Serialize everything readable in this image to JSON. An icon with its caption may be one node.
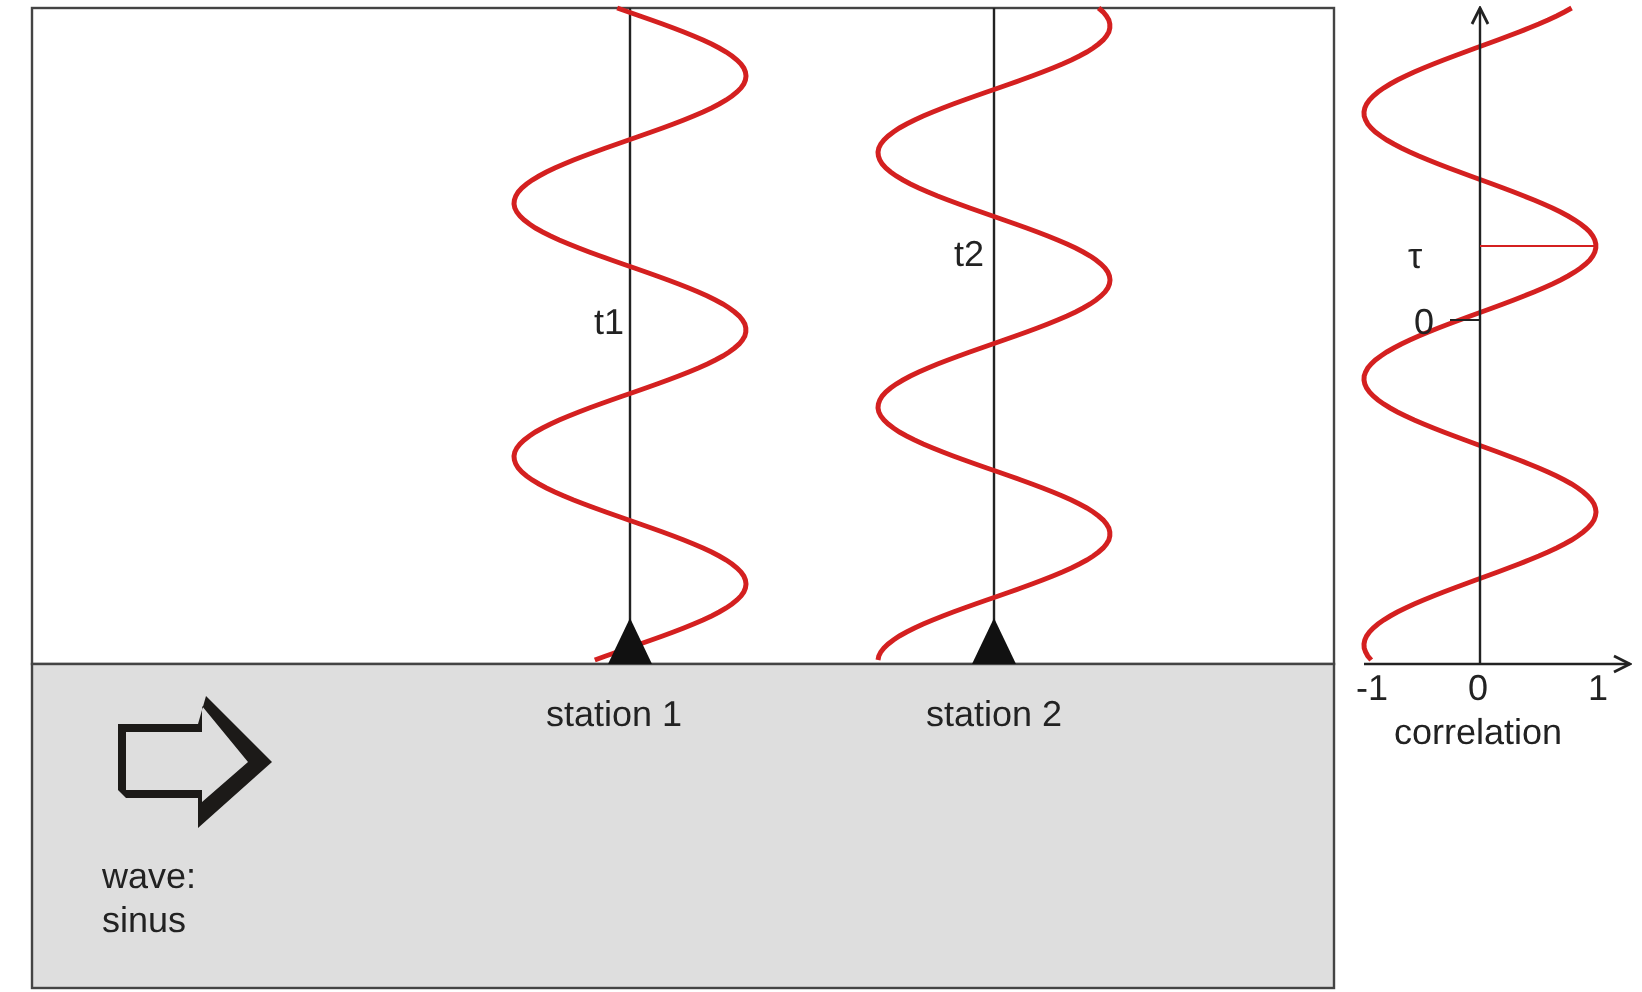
{
  "diagram": {
    "labels": [
      "t2",
      "τ",
      "t1",
      "0",
      "station 1",
      "station 2",
      "-1",
      "0",
      "1",
      "correlation",
      "wave: sinus"
    ]
  }
}
